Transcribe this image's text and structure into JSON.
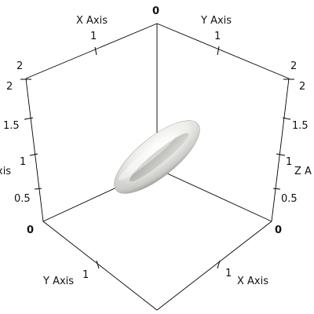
{
  "scene": {
    "background": "#ffffff",
    "object": "torus",
    "object_color": "#e8e8e3",
    "axes": {
      "x_title": "X Axis",
      "y_title": "Y Axis",
      "z_title": "Z Axis",
      "z_title_left_visible": "xis",
      "z_title_right_visible": "Z A",
      "origin_label": "0",
      "tick_1": "1",
      "tick_2": "2",
      "tick_0_5": "0.5",
      "tick_1_5": "1.5"
    }
  }
}
